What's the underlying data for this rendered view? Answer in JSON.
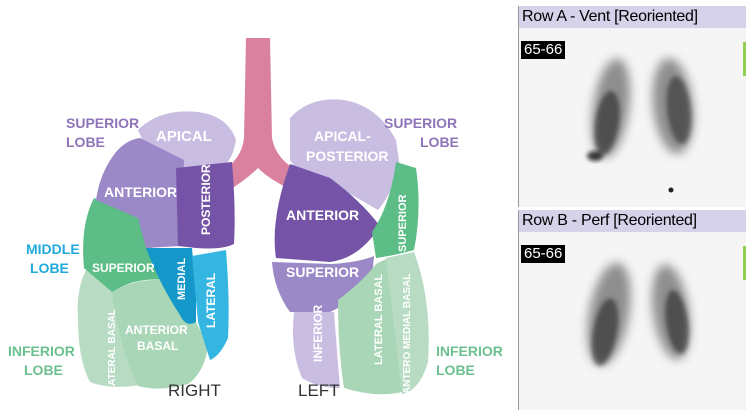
{
  "diagram": {
    "lobe_labels": {
      "superior_right": [
        "SUPERIOR",
        "LOBE"
      ],
      "middle_right": [
        "MIDDLE",
        "LOBE"
      ],
      "inferior_right": [
        "INFERIOR",
        "LOBE"
      ],
      "superior_left": [
        "SUPERIOR",
        "LOBE"
      ],
      "inferior_left": [
        "INFERIOR",
        "LOBE"
      ]
    },
    "segments_right": {
      "apical": "APICAL",
      "anterior": "ANTERIOR",
      "posterior": "POSTERIOR",
      "superior": "SUPERIOR",
      "medial": "MEDIAL",
      "lateral": "LATERAL",
      "anterior_basal": [
        "ANTERIOR",
        "BASAL"
      ],
      "lateral_basal": "LATERAL BASAL"
    },
    "segments_left": {
      "apical_posterior": [
        "APICAL-",
        "POSTERIOR"
      ],
      "anterior": "ANTERIOR",
      "superior_lingula": "SUPERIOR",
      "superior": "SUPERIOR",
      "inferior": "INFERIOR",
      "lateral_basal": "LATERAL BASAL",
      "antero_medial_basal": "ANTERO MEDIAL BASAL"
    },
    "side_labels": {
      "right": "RIGHT",
      "left": "LEFT"
    },
    "colors": {
      "trachea": "#d9819e",
      "superior_lobe": "#9b88c7",
      "middle_lobe": "#1ea7d8",
      "inferior_lobe": "#5fbf8a",
      "label_purple": "#8e74b8",
      "label_cyan": "#22a9dc",
      "label_green": "#6cc08f"
    }
  },
  "scans": {
    "row_a": {
      "header": "Row A - Vent [Reoriented]",
      "slice": "65-66"
    },
    "row_b": {
      "header": "Row B - Perf [Reoriented]",
      "slice": "65-66"
    }
  }
}
